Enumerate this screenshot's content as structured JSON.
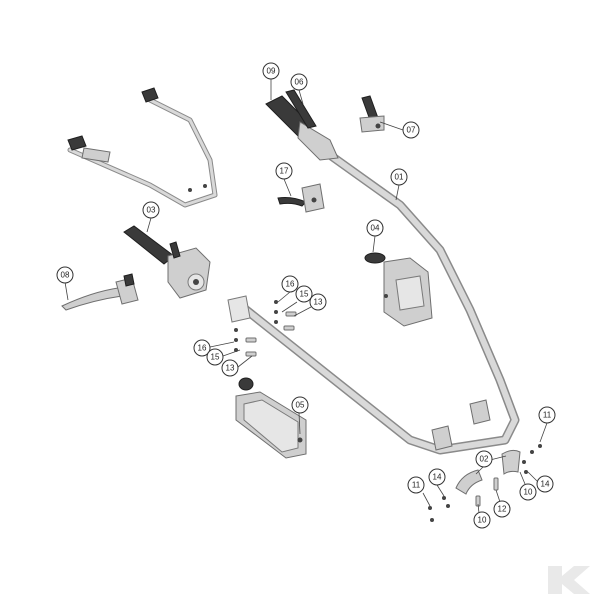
{
  "diagram": {
    "callouts": [
      {
        "id": "c09",
        "label": "09"
      },
      {
        "id": "c06",
        "label": "06"
      },
      {
        "id": "c07",
        "label": "07"
      },
      {
        "id": "c01",
        "label": "01"
      },
      {
        "id": "c03",
        "label": "03"
      },
      {
        "id": "c17",
        "label": "17"
      },
      {
        "id": "c04",
        "label": "04"
      },
      {
        "id": "c08",
        "label": "08"
      },
      {
        "id": "c16a",
        "label": "16"
      },
      {
        "id": "c15a",
        "label": "15"
      },
      {
        "id": "c13a",
        "label": "13"
      },
      {
        "id": "c16b",
        "label": "16"
      },
      {
        "id": "c15b",
        "label": "15"
      },
      {
        "id": "c13b",
        "label": "13"
      },
      {
        "id": "c05",
        "label": "05"
      },
      {
        "id": "c11a",
        "label": "11"
      },
      {
        "id": "c02",
        "label": "02"
      },
      {
        "id": "c14a",
        "label": "14"
      },
      {
        "id": "c14b",
        "label": "14"
      },
      {
        "id": "c11b",
        "label": "11"
      },
      {
        "id": "c10a",
        "label": "10"
      },
      {
        "id": "c12",
        "label": "12"
      },
      {
        "id": "c10b",
        "label": "10"
      }
    ],
    "icons": {
      "brand_logo": "k-brand-logo"
    },
    "colors": {
      "tube": "#d9d9d9",
      "outline": "#8a8a8a",
      "grip": "#3a3a3a",
      "watermark": "#e9e9e9"
    }
  }
}
